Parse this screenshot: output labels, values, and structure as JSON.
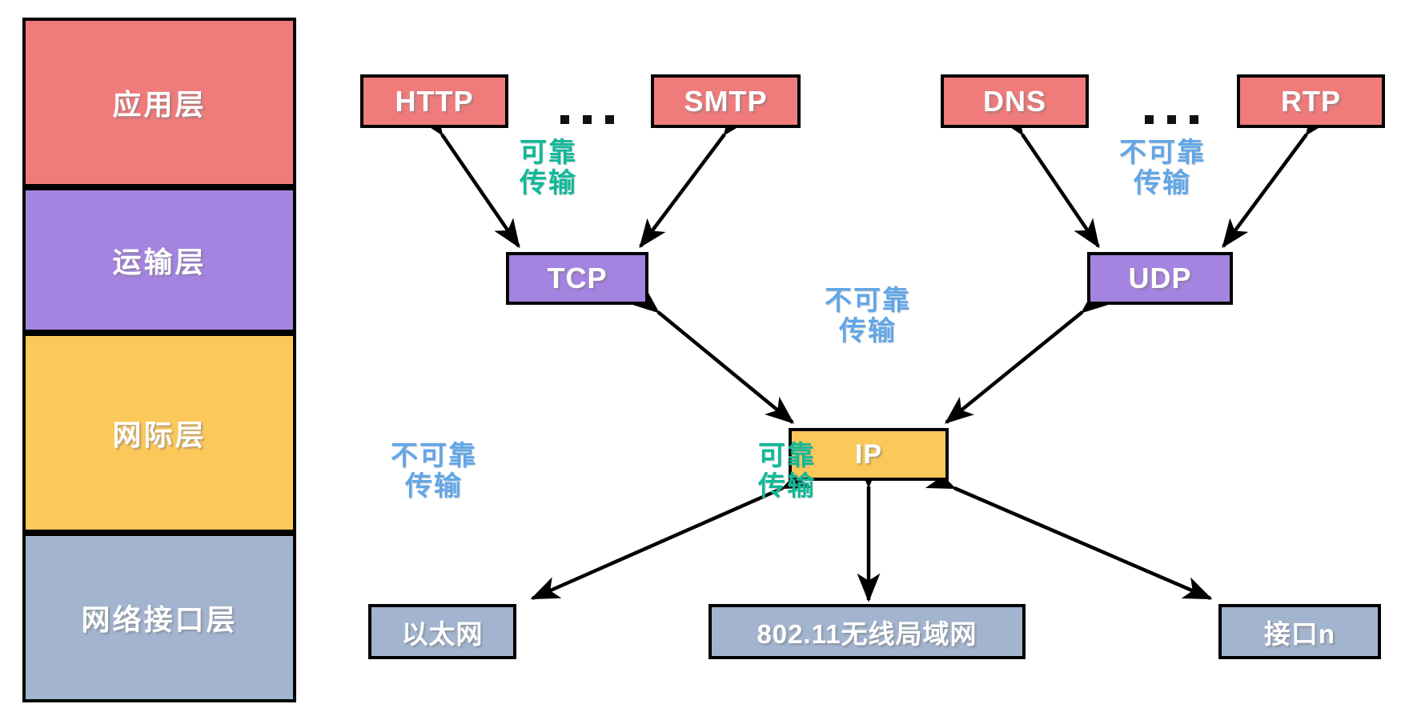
{
  "diagram": {
    "title": "TCP/IP 四层体系结构与协议",
    "colors": {
      "application": "#ef7b7b",
      "transport": "#a583e0",
      "internet": "#fbc85a",
      "interface": "#a3b4cf",
      "reliable_text": "#12b898",
      "unreliable_text": "#62a6e8",
      "border": "#000000",
      "label_text": "#ffffff"
    },
    "layers": [
      {
        "id": "application",
        "label": "应用层",
        "color": "#ef7b7b"
      },
      {
        "id": "transport",
        "label": "运输层",
        "color": "#a583e0"
      },
      {
        "id": "internet",
        "label": "网际层",
        "color": "#fbc85a"
      },
      {
        "id": "interface",
        "label": "网络接口层",
        "color": "#a3b4cf"
      }
    ],
    "application_protocols": [
      {
        "id": "http",
        "label": "HTTP"
      },
      {
        "id": "smtp",
        "label": "SMTP"
      },
      {
        "id": "dns",
        "label": "DNS"
      },
      {
        "id": "rtp",
        "label": "RTP"
      }
    ],
    "transport_protocols": [
      {
        "id": "tcp",
        "label": "TCP"
      },
      {
        "id": "udp",
        "label": "UDP"
      }
    ],
    "internet_protocols": [
      {
        "id": "ip",
        "label": "IP"
      }
    ],
    "interface_protocols": [
      {
        "id": "ethernet",
        "label": "以太网"
      },
      {
        "id": "wlan",
        "label": "802.11无线局域网"
      },
      {
        "id": "ifacen",
        "label": "接口n"
      }
    ],
    "ellipsis": [
      {
        "id": "ellipsis-left",
        "label": "..."
      },
      {
        "id": "ellipsis-right",
        "label": "..."
      }
    ],
    "annotations": [
      {
        "id": "tcp-reliable",
        "label": "可靠\n传输",
        "kind": "reliable"
      },
      {
        "id": "udp-unreliable",
        "label": "不可靠\n传输",
        "kind": "unreliable"
      },
      {
        "id": "ip-unreliable",
        "label": "不可靠\n传输",
        "kind": "unreliable"
      },
      {
        "id": "eth-unreliable",
        "label": "不可靠\n传输",
        "kind": "unreliable"
      },
      {
        "id": "wlan-reliable",
        "label": "可靠\n传输",
        "kind": "reliable"
      }
    ]
  }
}
